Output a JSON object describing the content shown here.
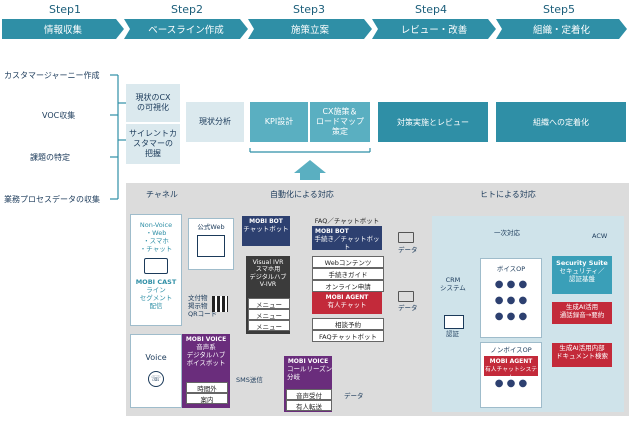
{
  "steps": [
    {
      "num": "Step1",
      "label": "情報収集"
    },
    {
      "num": "Step2",
      "label": "ベースライン作成"
    },
    {
      "num": "Step3",
      "label": "施策立案"
    },
    {
      "num": "Step4",
      "label": "レビュー・改善"
    },
    {
      "num": "Step5",
      "label": "組織・定着化"
    }
  ],
  "inputs": [
    "カスタマージャーニー作成",
    "VOC収集",
    "課題の特定",
    "業務プロセスデータの収集"
  ],
  "baseline": {
    "cx": "現状のCX\nの可視化",
    "silent": "サイレントカ\nスタマーの\n把握"
  },
  "flow": {
    "analysis": "現状分析",
    "kpi": "KPI設計",
    "cx_plan": "CX施策＆\nロードマップ\n策定",
    "review": "対策実施とレビュー",
    "org": "組織への定着化"
  },
  "sections": {
    "channel": "チャネル",
    "auto": "自動化による対応",
    "human": "ヒトによる対応"
  },
  "channels": {
    "nonvoice": "Non-Voice\n・Web\n・スマホ\n・チャット",
    "mobicast_tag": "MOBI CAST",
    "mobicast_text": "ライン\nセグメント\n配信",
    "voice": "Voice"
  },
  "auto": {
    "web_label": "公式Web",
    "qr_label": "文付物\n掲示物\nQRコード",
    "bot_tag": "MOBI BOT",
    "bot_text": "チャットボット",
    "ivr_title": "Visual IVR\nスマホ用\nデジタルハブ\nV-IVR",
    "menus": [
      "メニュー",
      "メニュー",
      "メニュー"
    ],
    "voice_tag": "MOBI VOICE",
    "voice_text": "音声系\nデジタルハブ\nボイスボット",
    "voice_subs": [
      "時間外",
      "案内"
    ],
    "sms": "SMS送信",
    "voice2_tag": "MOBI VOICE",
    "voice2_text": "コールリーズン\n分岐",
    "voice2_subs": [
      "音声受付",
      "有人転送"
    ]
  },
  "right_col": {
    "faq": "FAQ／チャットボット",
    "mobibot_tag": "MOBI BOT",
    "mobibot_text": "手続き／チャットボット",
    "items": [
      "Webコンテンツ",
      "手続きガイド",
      "オンライン申請"
    ],
    "agent_tag": "MOBI AGENT",
    "agent_text": "有人チャット",
    "items2": [
      "相談予約",
      "FAQチャットボット"
    ],
    "data_labels": [
      "データ",
      "データ",
      "データ"
    ]
  },
  "human": {
    "first": "一次対応",
    "acw": "ACW",
    "crm": "CRM\nシステム",
    "auth": "認証",
    "voice_op": "ボイスOP",
    "nonvoice_op": "ノンボイスOP",
    "agent_tag": "MOBI AGENT",
    "agent_text": "有人チャットシステム",
    "security_title": "Security Suite",
    "security_text": "セキュリティ／\n認証基盤",
    "gen1": "生成AI活用\n通話録音→要約",
    "gen2": "生成AI活用内部\nドキュメント検索"
  },
  "colors": {
    "step": "#2f8fa6",
    "mid": "#5aafc1",
    "light": "#dbe9ee",
    "navy": "#2d4070",
    "purple": "#6a2d7c",
    "red": "#c32a3a"
  }
}
